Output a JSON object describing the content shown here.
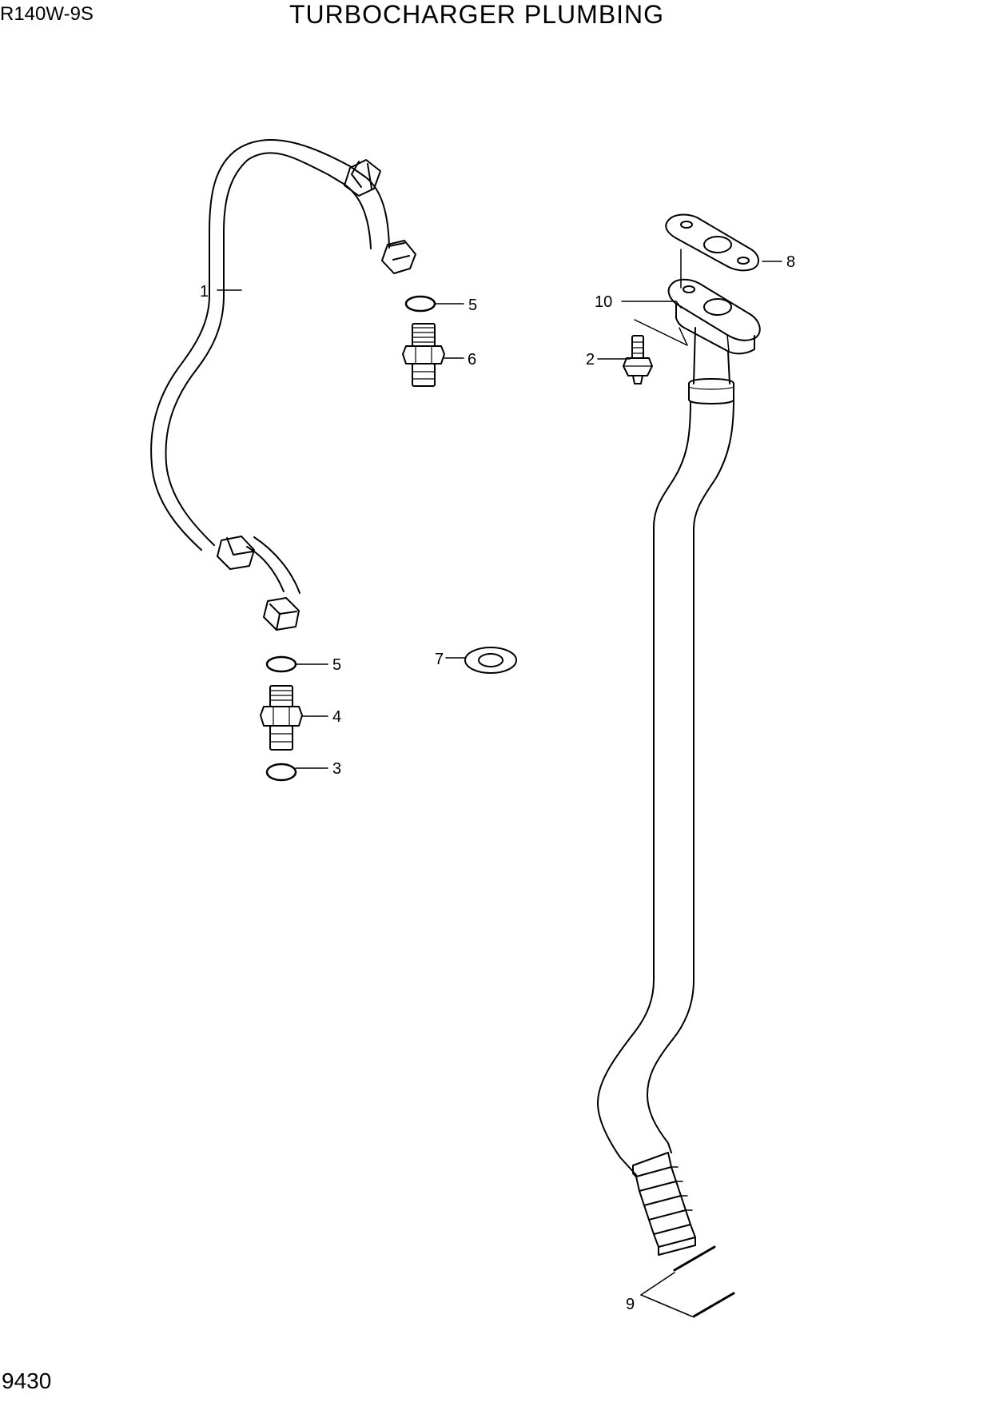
{
  "header": {
    "model": "R140W-9S",
    "title": "TURBOCHARGER PLUMBING"
  },
  "footer": {
    "page_number": "9430"
  },
  "callouts": [
    "1",
    "5",
    "6",
    "10",
    "2",
    "8",
    "5",
    "7",
    "4",
    "3",
    "9"
  ],
  "colors": {
    "line": "#000000",
    "background": "#ffffff"
  }
}
